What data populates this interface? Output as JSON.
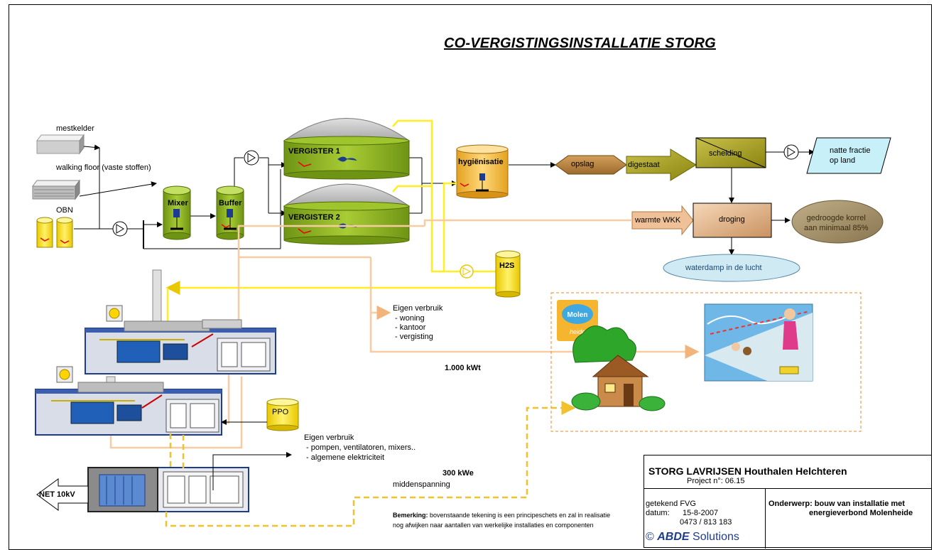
{
  "title": "CO-VERGISTINGSINSTALLATIE   STORG",
  "inputs": {
    "mestkelder": "mestkelder",
    "walking_floor": "walking floor (vaste stoffen)",
    "obn": "OBN"
  },
  "tanks": {
    "mixer": "Mixer",
    "buffer": "Buffer",
    "vergister1": "VERGISTER 1",
    "vergister2": "VERGISTER 2",
    "hygienisatie": "hygiënisatie",
    "h2s": "H2S",
    "ppo": "PPO"
  },
  "process": {
    "opslag": "opslag",
    "digestaat": "digestaat",
    "scheiding": "scheiding",
    "natte_fractie": "natte fractie\nop land",
    "warmte_wkk": "warmte WKK",
    "droging": "droging",
    "korrel": "gedroogde korrel\naan minimaal 85%",
    "waterdamp": "waterdamp in de lucht"
  },
  "eigen_verbruik_1": {
    "heading": "Eigen verbruik",
    "items": [
      " - woning",
      " - kantoor",
      " - vergisting"
    ]
  },
  "power": {
    "kwt": "1.000 kWt",
    "kwe": "300 kWe",
    "middenspanning": "middenspanning",
    "net": "NET 10kV"
  },
  "eigen_verbruik_2": {
    "heading": "Eigen verbruik",
    "items": [
      " - pompen, ventilatoren, mixers..",
      " - algemene elektriciteit"
    ]
  },
  "molenheide_logo": "Molen heide",
  "remark": {
    "label": "Bemerking:",
    "text1": " bovenstaande tekening is een principeschets en zal in realisatie",
    "text2": "nog afwijken naar aantallen van werkelijke installaties en componenten"
  },
  "info": {
    "company": "STORG LAVRIJSEN Houthalen Helchteren",
    "project": "Project n°: 06.15",
    "getekend": "getekend  FVG",
    "datum": "datum:      15-8-2007",
    "phone": "0473 / 813 183",
    "copyright": "©",
    "abde": "ABDE",
    "solutions": " Solutions",
    "onderwerp1": "Onderwerp: bouw van installatie met",
    "onderwerp2": "energieverbond Molenheide"
  },
  "colors": {
    "tank_green": "#8db21f",
    "dome_gray": "#bdbdbd",
    "biogas_yellow": "#ffee33",
    "heat_orange": "#fac896",
    "power_dash": "#f2c12e",
    "olive": "#a6a020",
    "droging": "#e8b98f",
    "korrel": "#a89670",
    "natte_fractie": "#c8f0f8",
    "waterdamp": "#cfeaf3",
    "hygienisatie": "#f5c14a"
  }
}
